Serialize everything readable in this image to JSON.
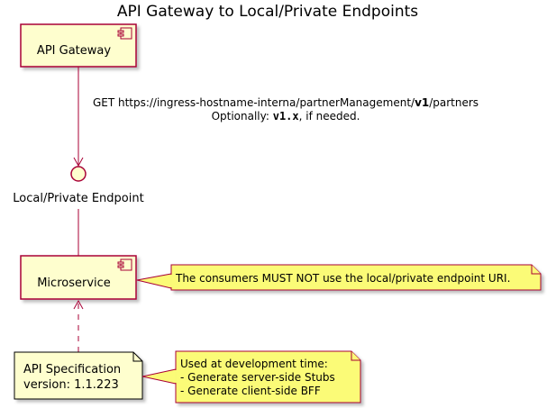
{
  "title": "API Gateway to Local/Private Endpoints",
  "components": {
    "api_gateway": "API Gateway",
    "microservice": "Microservice"
  },
  "interface": {
    "label": "Local/Private Endpoint"
  },
  "connection": {
    "line1_pre": "GET https://ingress-hostname-interna/partnerManagement/",
    "line1_bold": "v1",
    "line1_post": "/partners",
    "line2_pre": "Optionally: ",
    "line2_code": "v1.x",
    "line2_post": ", if needed."
  },
  "artifact": {
    "line1": "API Specification",
    "line2": "version: 1.1.223"
  },
  "notes": {
    "consumer_note": "The consumers MUST NOT use the local/private endpoint URI.",
    "dev_note_line1": "Used at development time:",
    "dev_note_line2": "- Generate server-side Stubs",
    "dev_note_line3": "- Generate client-side BFF"
  },
  "colors": {
    "component_fill": "#FEFECE",
    "component_border": "#A80036",
    "note_fill": "#FBFB77",
    "arrow": "#A80036"
  }
}
